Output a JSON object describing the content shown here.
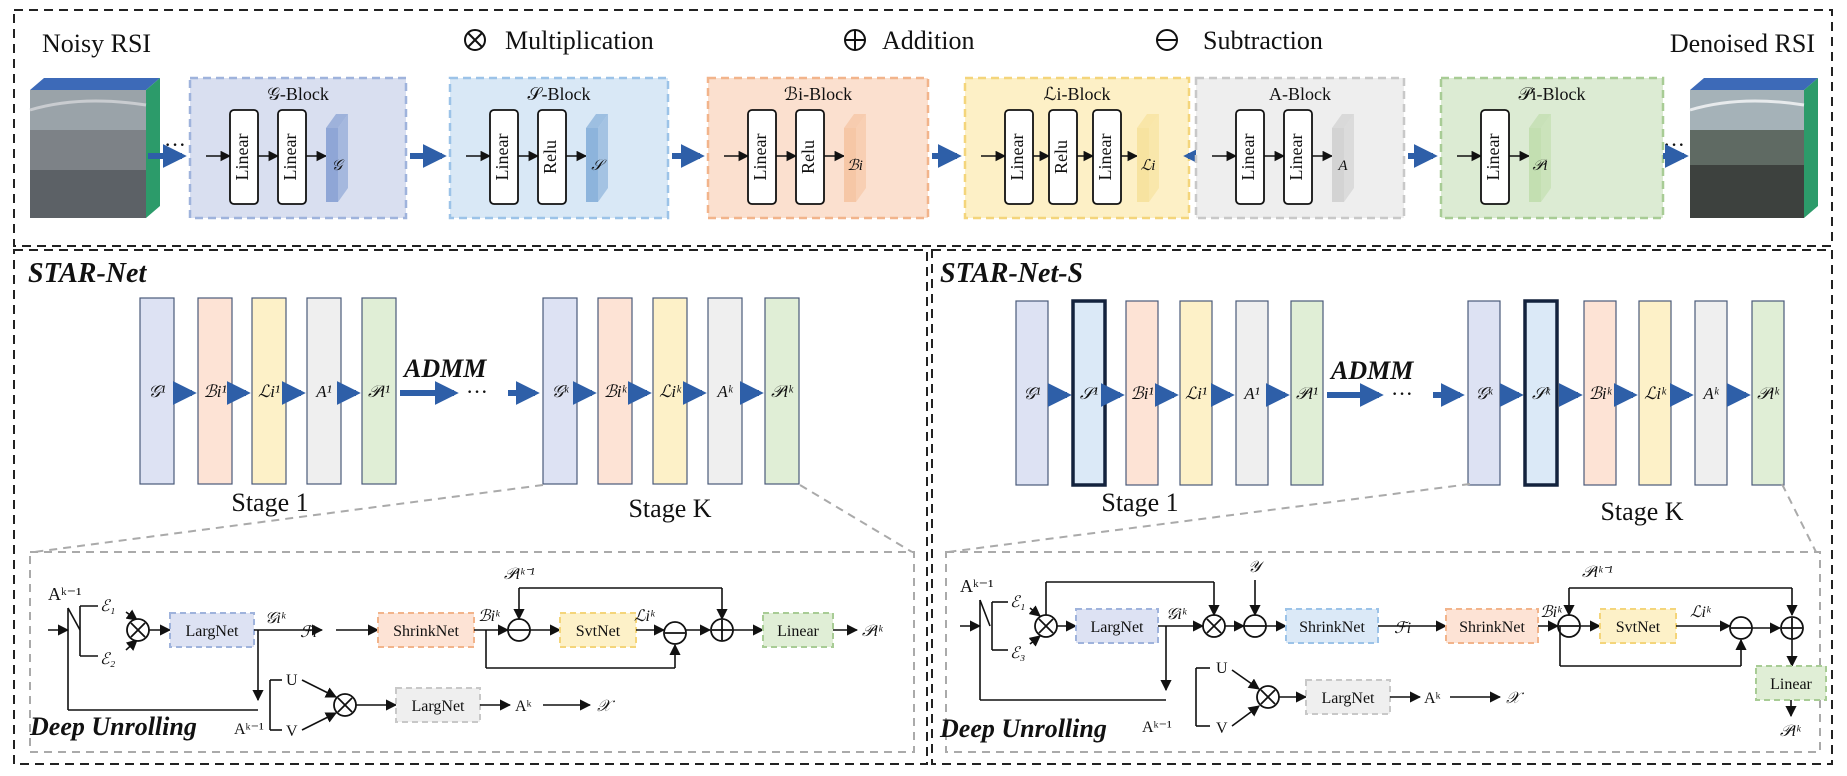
{
  "top": {
    "input_label": "Noisy RSI",
    "output_label": "Denoised RSI",
    "legend": [
      {
        "symbol": "⊗",
        "label": "Multiplication"
      },
      {
        "symbol": "⊕",
        "label": "Addition"
      },
      {
        "symbol": "⊖",
        "label": "Subtraction"
      }
    ],
    "blocks": [
      {
        "title": "𝒢-Block",
        "layers": [
          "Linear",
          "Linear"
        ],
        "out": "𝒢",
        "fill": "#d9dff0",
        "border": "#9fb3dc",
        "out_fill": "#8fa6d6"
      },
      {
        "title": "𝒮-Block",
        "layers": [
          "Linear",
          "Relu"
        ],
        "out": "𝒮",
        "fill": "#d9e8f6",
        "border": "#9cc3e8",
        "out_fill": "#8db4dc"
      },
      {
        "title": "ℬi-Block",
        "layers": [
          "Linear",
          "Relu"
        ],
        "out": "ℬi",
        "fill": "#fbe0cf",
        "border": "#f2b48b",
        "out_fill": "#f6c7a6"
      },
      {
        "title": "ℒi-Block",
        "layers": [
          "Linear",
          "Relu",
          "Linear"
        ],
        "out": "ℒi",
        "fill": "#fdf0c6",
        "border": "#f4d57b",
        "out_fill": "#f7e3a0"
      },
      {
        "title": "A-Block",
        "layers": [
          "Linear",
          "Linear"
        ],
        "out": "A",
        "fill": "#eeeeee",
        "border": "#c8c8c8",
        "out_fill": "#d3d3d3"
      },
      {
        "title": "𝒫i-Block",
        "layers": [
          "Linear"
        ],
        "out": "𝒫i",
        "fill": "#dcebd3",
        "border": "#a8cc95",
        "out_fill": "#c3dfb1"
      }
    ]
  },
  "left_panel": {
    "title": "STAR-Net",
    "stage1_nodes": [
      "𝒢¹",
      "ℬi¹",
      "ℒi¹",
      "A¹",
      "𝒫i¹"
    ],
    "stageK_nodes": [
      "𝒢ᵏ",
      "ℬiᵏ",
      "ℒiᵏ",
      "Aᵏ",
      "𝒫iᵏ"
    ],
    "admm": "ADMM",
    "dots": "···",
    "stage1_label": "Stage 1",
    "stageK_label": "Stage K",
    "unroll_title": "Deep Unrolling",
    "unroll": {
      "a_prev": "Aᵏ⁻¹",
      "e1": "ℰ₁",
      "e2": "ℰ₂",
      "larg": "LargNet",
      "g": "𝒢iᵏ",
      "f": "ℱi",
      "shrink": "ShrinkNet",
      "b": "ℬiᵏ",
      "p_prev": "𝒫iᵏ⁻¹",
      "svt": "SvtNet",
      "l": "ℒiᵏ",
      "linear": "Linear",
      "p_out": "𝒫iᵏ",
      "u": "U",
      "v": "V",
      "a_prev2": "Aᵏ⁻¹",
      "larg2": "LargNet",
      "a_out": "Aᵏ",
      "x": "𝒳"
    }
  },
  "right_panel": {
    "title": "STAR-Net-S",
    "stage1_nodes": [
      "𝒢¹",
      "𝒮¹",
      "ℬi¹",
      "ℒi¹",
      "A¹",
      "𝒫i¹"
    ],
    "stageK_nodes": [
      "𝒢ᵏ",
      "𝒮ᵏ",
      "ℬiᵏ",
      "ℒiᵏ",
      "Aᵏ",
      "𝒫iᵏ"
    ],
    "admm": "ADMM",
    "dots": "···",
    "stage1_label": "Stage 1",
    "stageK_label": "Stage K",
    "unroll_title": "Deep Unrolling",
    "unroll": {
      "a_prev": "Aᵏ⁻¹",
      "e1": "ℰ₁",
      "e3": "ℰ₃",
      "larg": "LargNet",
      "g": "𝒢iᵏ",
      "y": "𝒴",
      "shrink1": "ShrinkNet",
      "f": "ℱi",
      "shrink2": "ShrinkNet",
      "b": "ℬiᵏ",
      "p_prev": "𝒫iᵏ⁻¹",
      "svt": "SvtNet",
      "l": "ℒiᵏ",
      "linear": "Linear",
      "p_out": "𝒫iᵏ",
      "u": "U",
      "v": "V",
      "a_prev2": "Aᵏ⁻¹",
      "larg2": "LargNet",
      "a_out": "Aᵏ",
      "x": "𝒳"
    }
  },
  "colors": {
    "g": "#dde2f3",
    "s": "#dbe9f7",
    "b": "#fde3d5",
    "l": "#fdf1c8",
    "a": "#efefef",
    "p": "#e0eed6",
    "arrow": "#2e5fa8",
    "frame": "#222222",
    "dash_gray": "#aaaaaa"
  }
}
